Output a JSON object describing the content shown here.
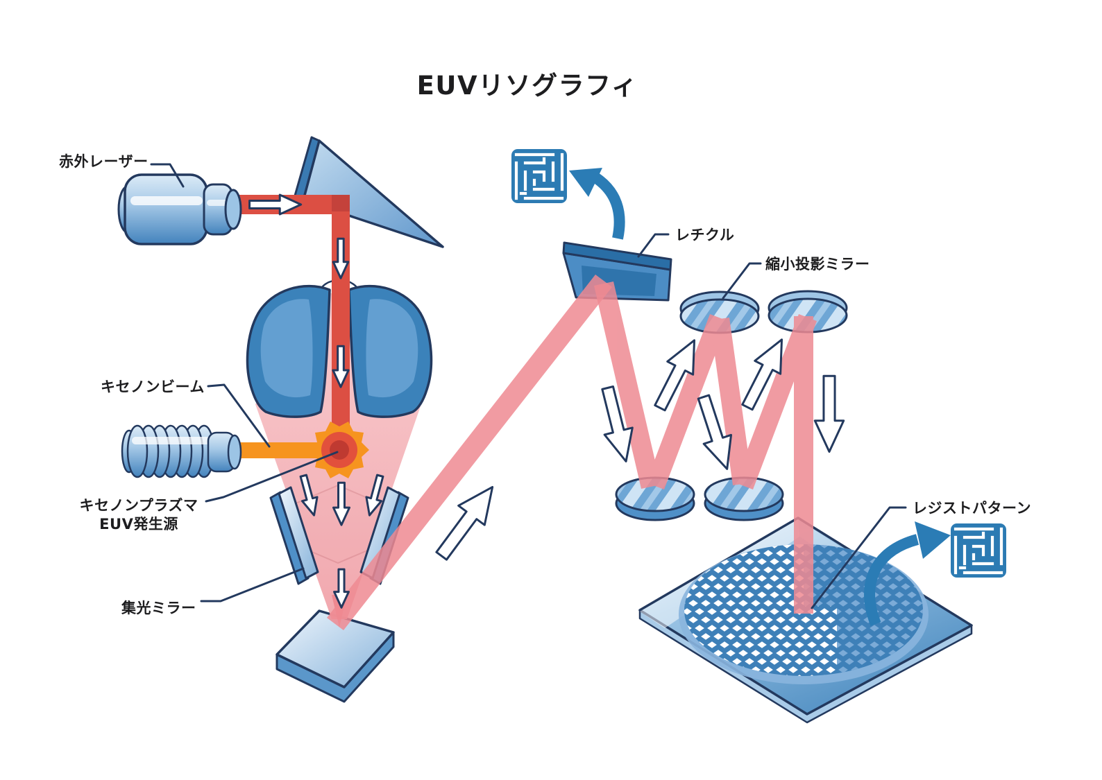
{
  "title": "EUVリソグラフィ",
  "labels": {
    "infrared_laser": "赤外レーザー",
    "xenon_beam": "キセノンビーム",
    "xenon_plasma_line1": "キセノンプラズマ",
    "xenon_plasma_line2": "EUV発生源",
    "collector_mirror": "集光ミラー",
    "reticle": "レチクル",
    "reduction_mirror": "縮小投影ミラー",
    "resist_pattern": "レジストパターン"
  },
  "icons": {
    "pattern_chip": "maze-pattern-chip-icon",
    "direction_arrow": "white-direction-arrow-icon",
    "curved_arrow": "blue-curved-arrow-icon",
    "plasma_burst": "plasma-sunburst-icon"
  },
  "colors": {
    "outline_navy": "#23395e",
    "device_blue": "#4f90c8",
    "laser_red": "#dc4f43",
    "euv_pink": "#ee8a92",
    "xenon_orange": "#f6941f",
    "chip_blue": "#2c7bb3",
    "background": "#ffffff"
  }
}
